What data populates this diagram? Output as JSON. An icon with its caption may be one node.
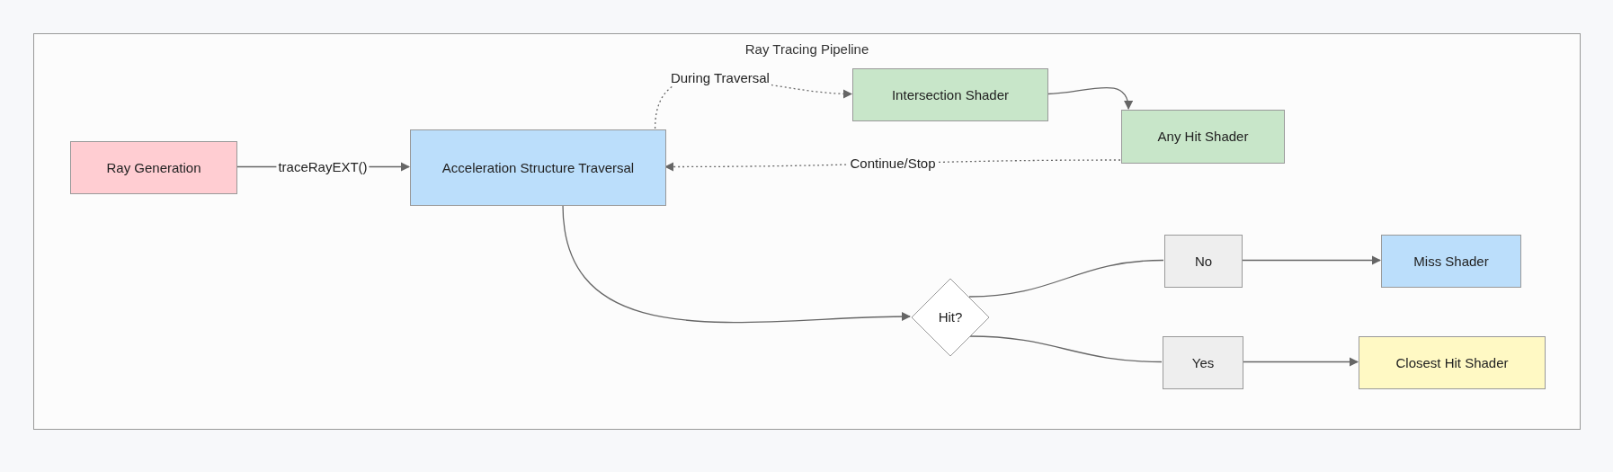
{
  "diagram": {
    "nodes": [
      {
        "text": [
          "Ray Tracing Pipeline"
        ]
      },
      {
        "text": [
          "Ray Generation"
        ],
        "in": 0
      },
      {
        "text": [
          "Acceleration Structure Traversal"
        ],
        "in": 0
      },
      {
        "text": [
          "Intersection Shader"
        ],
        "in": 0
      },
      {
        "text": [
          "Any Hit Shader"
        ],
        "in": 0
      },
      {
        "text": [
          "Hit?"
        ],
        "in": 0
      },
      {
        "text": [
          "No"
        ],
        "in": 0
      },
      {
        "text": [
          "Miss Shader"
        ],
        "in": 0
      },
      {
        "text": [
          "Yes"
        ],
        "in": 0
      },
      {
        "text": [
          "Closest Hit Shader"
        ],
        "in": 0
      }
    ],
    "edges": [
      {
        "from": 1,
        "to": 2,
        "arrow": "to",
        "label": "traceRayEXT()"
      },
      {
        "from": 2,
        "to": 3,
        "arrow": "to",
        "label": "During Traversal",
        "style": "dashed"
      },
      {
        "from": 3,
        "to": 4,
        "arrow": "to"
      },
      {
        "from": 4,
        "to": 2,
        "arrow": "to",
        "label": "Continue/Stop",
        "style": "dashed"
      },
      {
        "from": 2,
        "to": 5,
        "arrow": "to"
      },
      {
        "from": 5,
        "to": 6,
        "arrow": "none"
      },
      {
        "from": 6,
        "to": 7,
        "arrow": "to"
      },
      {
        "from": 5,
        "to": 8,
        "arrow": "none"
      },
      {
        "from": 8,
        "to": 9,
        "arrow": "to"
      }
    ]
  }
}
